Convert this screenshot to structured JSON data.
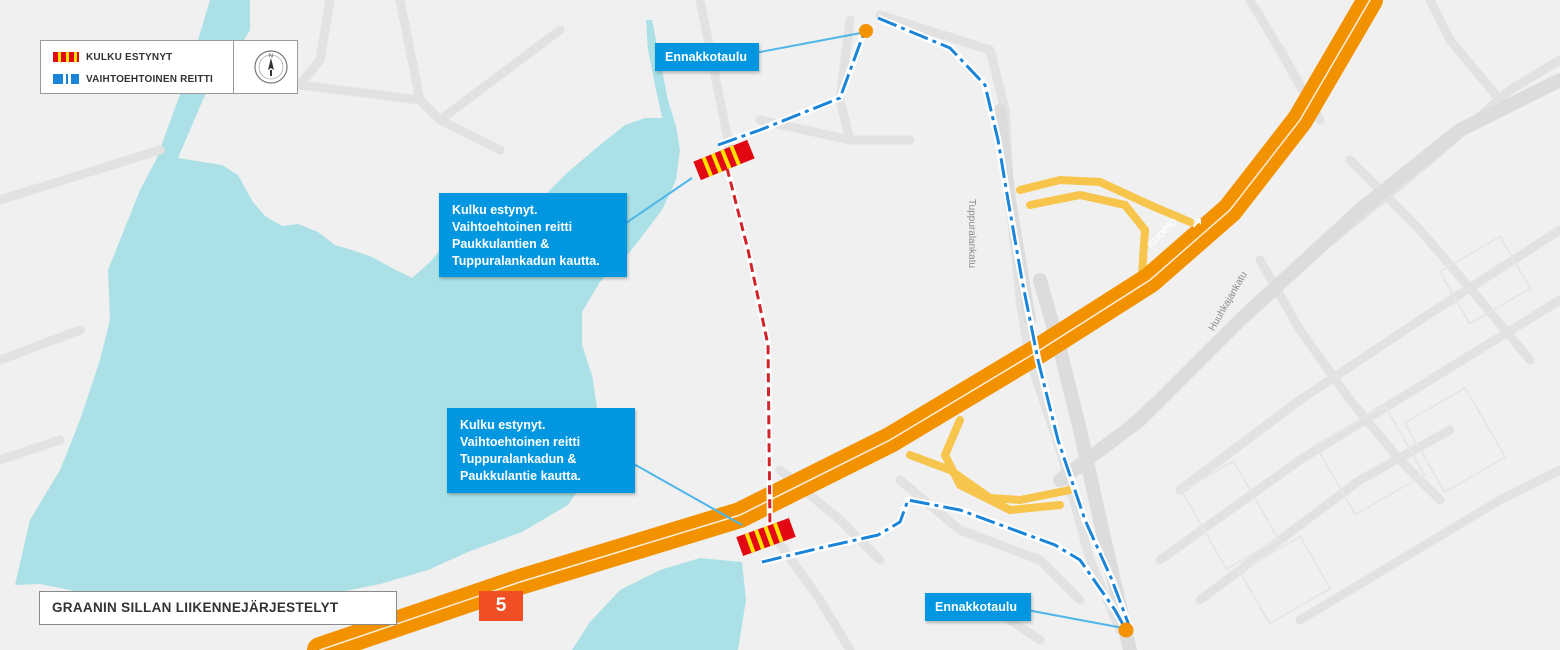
{
  "legend": {
    "closed_label": "KULKU ESTYNYT",
    "alt_route_label": "VAIHTOEHTOINEN REITTI",
    "compass_icon": "north-arrow-icon"
  },
  "callouts": {
    "north_warning_lines": [
      "Kulku estynyt.",
      "Vaihtoehtoinen reitti",
      "Paukkulantien &",
      "Tuppuralankadun kautta."
    ],
    "south_warning_lines": [
      "Kulku estynyt.",
      "Vaihtoehtoinen reitti",
      "Tuppuralankadun &",
      "Paukkulantie kautta."
    ],
    "sign_north": "Ennakkotaulu",
    "sign_south": "Ennakkotaulu"
  },
  "title": "GRAANIN SILLAN LIIKENNEJÄRJESTELYT",
  "route_number": "5",
  "streets": {
    "tuppuralankatu": "Tuppuralankatu",
    "huuhkajankatu": "Huuhkajankatu",
    "kuopio": "KUOPIO"
  },
  "colors": {
    "water": "#abe1e6",
    "highway": "#f39200",
    "ramp": "#f7c44c",
    "alt_route": "#1a85d8",
    "closed_path": "#d2232a",
    "callout": "#0096e0",
    "sign_marker": "#f39200"
  }
}
